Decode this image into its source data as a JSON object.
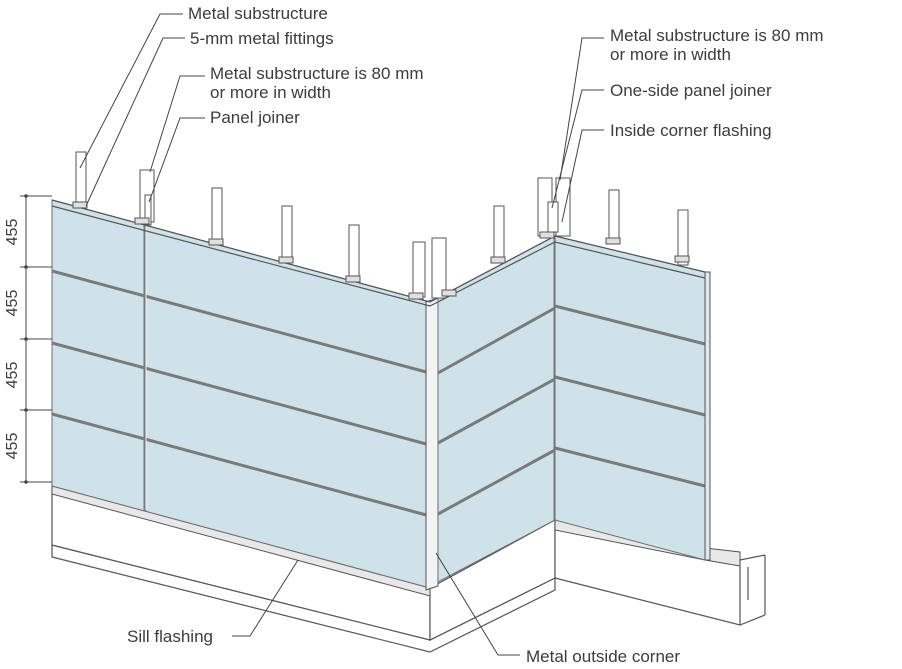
{
  "labels": {
    "metal_substructure": "Metal substructure",
    "fittings": "5-mm metal fittings",
    "substructure_80_left_line1": "Metal substructure is 80 mm",
    "substructure_80_left_line2": "or more in width",
    "panel_joiner": "Panel joiner",
    "substructure_80_right_line1": "Metal substructure is 80 mm",
    "substructure_80_right_line2": "or more in width",
    "one_side_panel_joiner": "One-side panel joiner",
    "inside_corner_flashing": "Inside corner flashing",
    "sill_flashing": "Sill flashing",
    "metal_outside_corner": "Metal outside corner"
  },
  "dimensions": [
    "455",
    "455",
    "455",
    "455"
  ]
}
